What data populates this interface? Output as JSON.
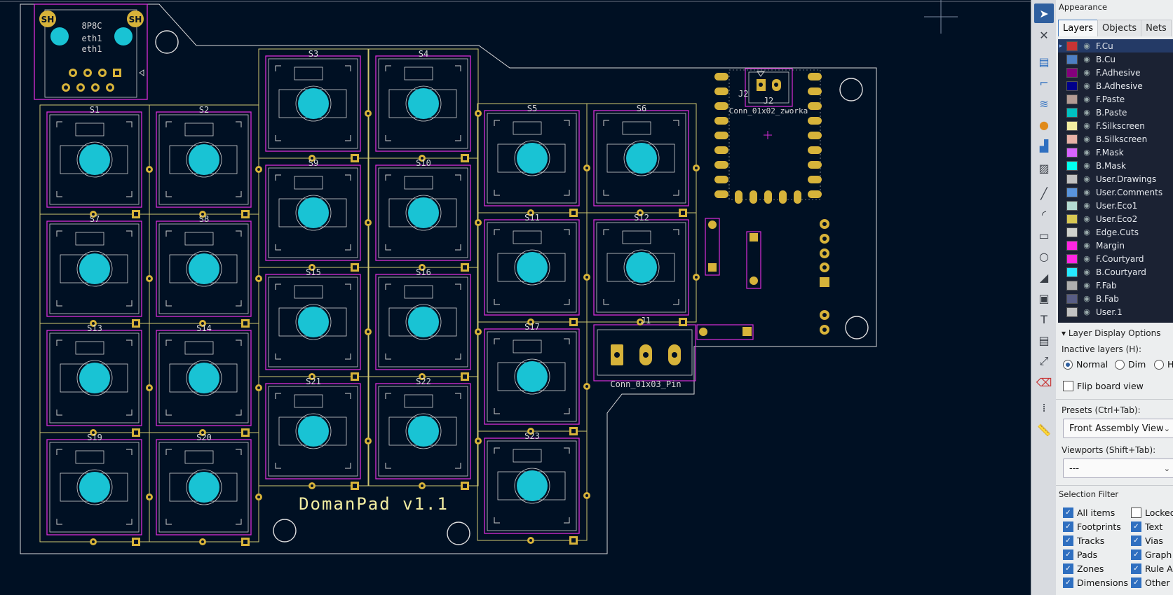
{
  "board": {
    "title_text": "DomanPad v1.1",
    "eth_connector": {
      "label_top": "8P8C",
      "ref": "eth1",
      "value": "eth1",
      "shield_pad": "SH"
    },
    "switches": [
      "S1",
      "S2",
      "S3",
      "S4",
      "S5",
      "S6",
      "S7",
      "S8",
      "S9",
      "S10",
      "S11",
      "S12",
      "S13",
      "S14",
      "S15",
      "S16",
      "S17",
      "S19",
      "S20",
      "S21",
      "S22",
      "S23"
    ],
    "j2": {
      "ref": "J2",
      "value": "Conn_01x02_zworka"
    },
    "j1": {
      "ref": "J1",
      "value": "Conn_01x03_Pin"
    },
    "colors": {
      "background": "#001023",
      "edge_cuts": "#d0c870",
      "courtyard": "#d82dd8",
      "pad": "#d7b33a",
      "hole": "#19c3d4",
      "fab": "#cfcfcf"
    }
  },
  "toolbar": {
    "icons": [
      "select-icon",
      "local-ratsnest-icon",
      "footprint-icon",
      "route-track-icon",
      "route-diff-pair-icon",
      "via-icon",
      "zone-icon",
      "rule-area-icon",
      "line-icon",
      "arc-icon",
      "rectangle-icon",
      "circle-icon",
      "polygon-icon",
      "image-icon",
      "text-icon",
      "textbox-icon",
      "dimension-icon",
      "delete-icon",
      "grid-origin-icon",
      "measure-icon"
    ]
  },
  "panel": {
    "title": "Appearance",
    "tabs": [
      "Layers",
      "Objects",
      "Nets"
    ],
    "layers": [
      {
        "name": "F.Cu",
        "color": "#c83434",
        "active": true
      },
      {
        "name": "B.Cu",
        "color": "#4d7fc4",
        "active": false
      },
      {
        "name": "F.Adhesive",
        "color": "#84007c",
        "active": false
      },
      {
        "name": "B.Adhesive",
        "color": "#00008a",
        "active": false
      },
      {
        "name": "F.Paste",
        "color": "#b49c94",
        "active": false
      },
      {
        "name": "B.Paste",
        "color": "#00c2c2",
        "active": false
      },
      {
        "name": "F.Silkscreen",
        "color": "#f2eda1",
        "active": false
      },
      {
        "name": "B.Silkscreen",
        "color": "#e8b2a7",
        "active": false
      },
      {
        "name": "F.Mask",
        "color": "#d864ff",
        "active": false
      },
      {
        "name": "B.Mask",
        "color": "#02ffee",
        "active": false
      },
      {
        "name": "User.Drawings",
        "color": "#c2c2c2",
        "active": false
      },
      {
        "name": "User.Comments",
        "color": "#5994dc",
        "active": false
      },
      {
        "name": "User.Eco1",
        "color": "#b4dbd2",
        "active": false
      },
      {
        "name": "User.Eco2",
        "color": "#d8c852",
        "active": false
      },
      {
        "name": "Edge.Cuts",
        "color": "#d0d2cd",
        "active": false
      },
      {
        "name": "Margin",
        "color": "#ff26e2",
        "active": false
      },
      {
        "name": "F.Courtyard",
        "color": "#ff26e2",
        "active": false
      },
      {
        "name": "B.Courtyard",
        "color": "#26e9ff",
        "active": false
      },
      {
        "name": "F.Fab",
        "color": "#afafaf",
        "active": false
      },
      {
        "name": "B.Fab",
        "color": "#585d84",
        "active": false
      },
      {
        "name": "User.1",
        "color": "#c2c2c2",
        "active": false
      }
    ],
    "layer_display_options": "Layer Display Options",
    "inactive_layers_label": "Inactive layers (H):",
    "inactive_options": [
      "Normal",
      "Dim",
      "H"
    ],
    "flip_board_view": "Flip board view",
    "presets_label": "Presets (Ctrl+Tab):",
    "presets_value": "Front Assembly View",
    "viewports_label": "Viewports (Shift+Tab):",
    "viewports_value": "---",
    "selection_filter_title": "Selection Filter",
    "filter_left": [
      "All items",
      "Footprints",
      "Tracks",
      "Pads",
      "Zones",
      "Dimensions"
    ],
    "filter_right": [
      "Locked",
      "Text",
      "Vias",
      "Graph",
      "Rule A",
      "Other"
    ]
  }
}
